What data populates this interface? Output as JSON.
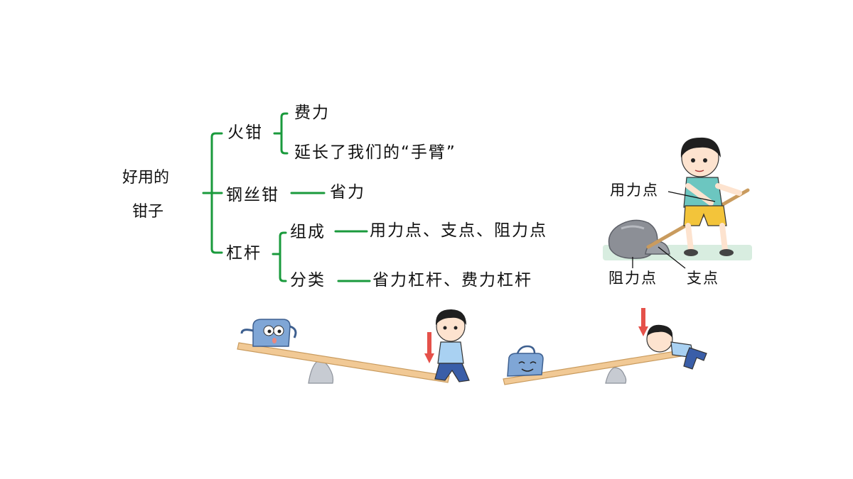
{
  "root": {
    "line1": "好用的",
    "line2": "钳子"
  },
  "branches": {
    "huoqian": {
      "label": "火钳",
      "child1": "费力",
      "child2": "延长了我们的“手臂”"
    },
    "gangsiqian": {
      "label": "钢丝钳",
      "child1": "省力"
    },
    "ganggan": {
      "label": "杠杆",
      "zucheng": {
        "label": "组成",
        "value": "用力点、支点、阻力点"
      },
      "fenlei": {
        "label": "分类",
        "value": "省力杠杆、费力杠杆"
      }
    }
  },
  "figure": {
    "label_yongli": "用力点",
    "label_zuli": "阻力点",
    "label_zhidian": "支点"
  },
  "colors": {
    "bracket": "#1a9a3c",
    "arrow": "#e5514a",
    "plank": "#f1c995",
    "rock": "#8c8f96",
    "kettle": "#7fa6d6"
  }
}
